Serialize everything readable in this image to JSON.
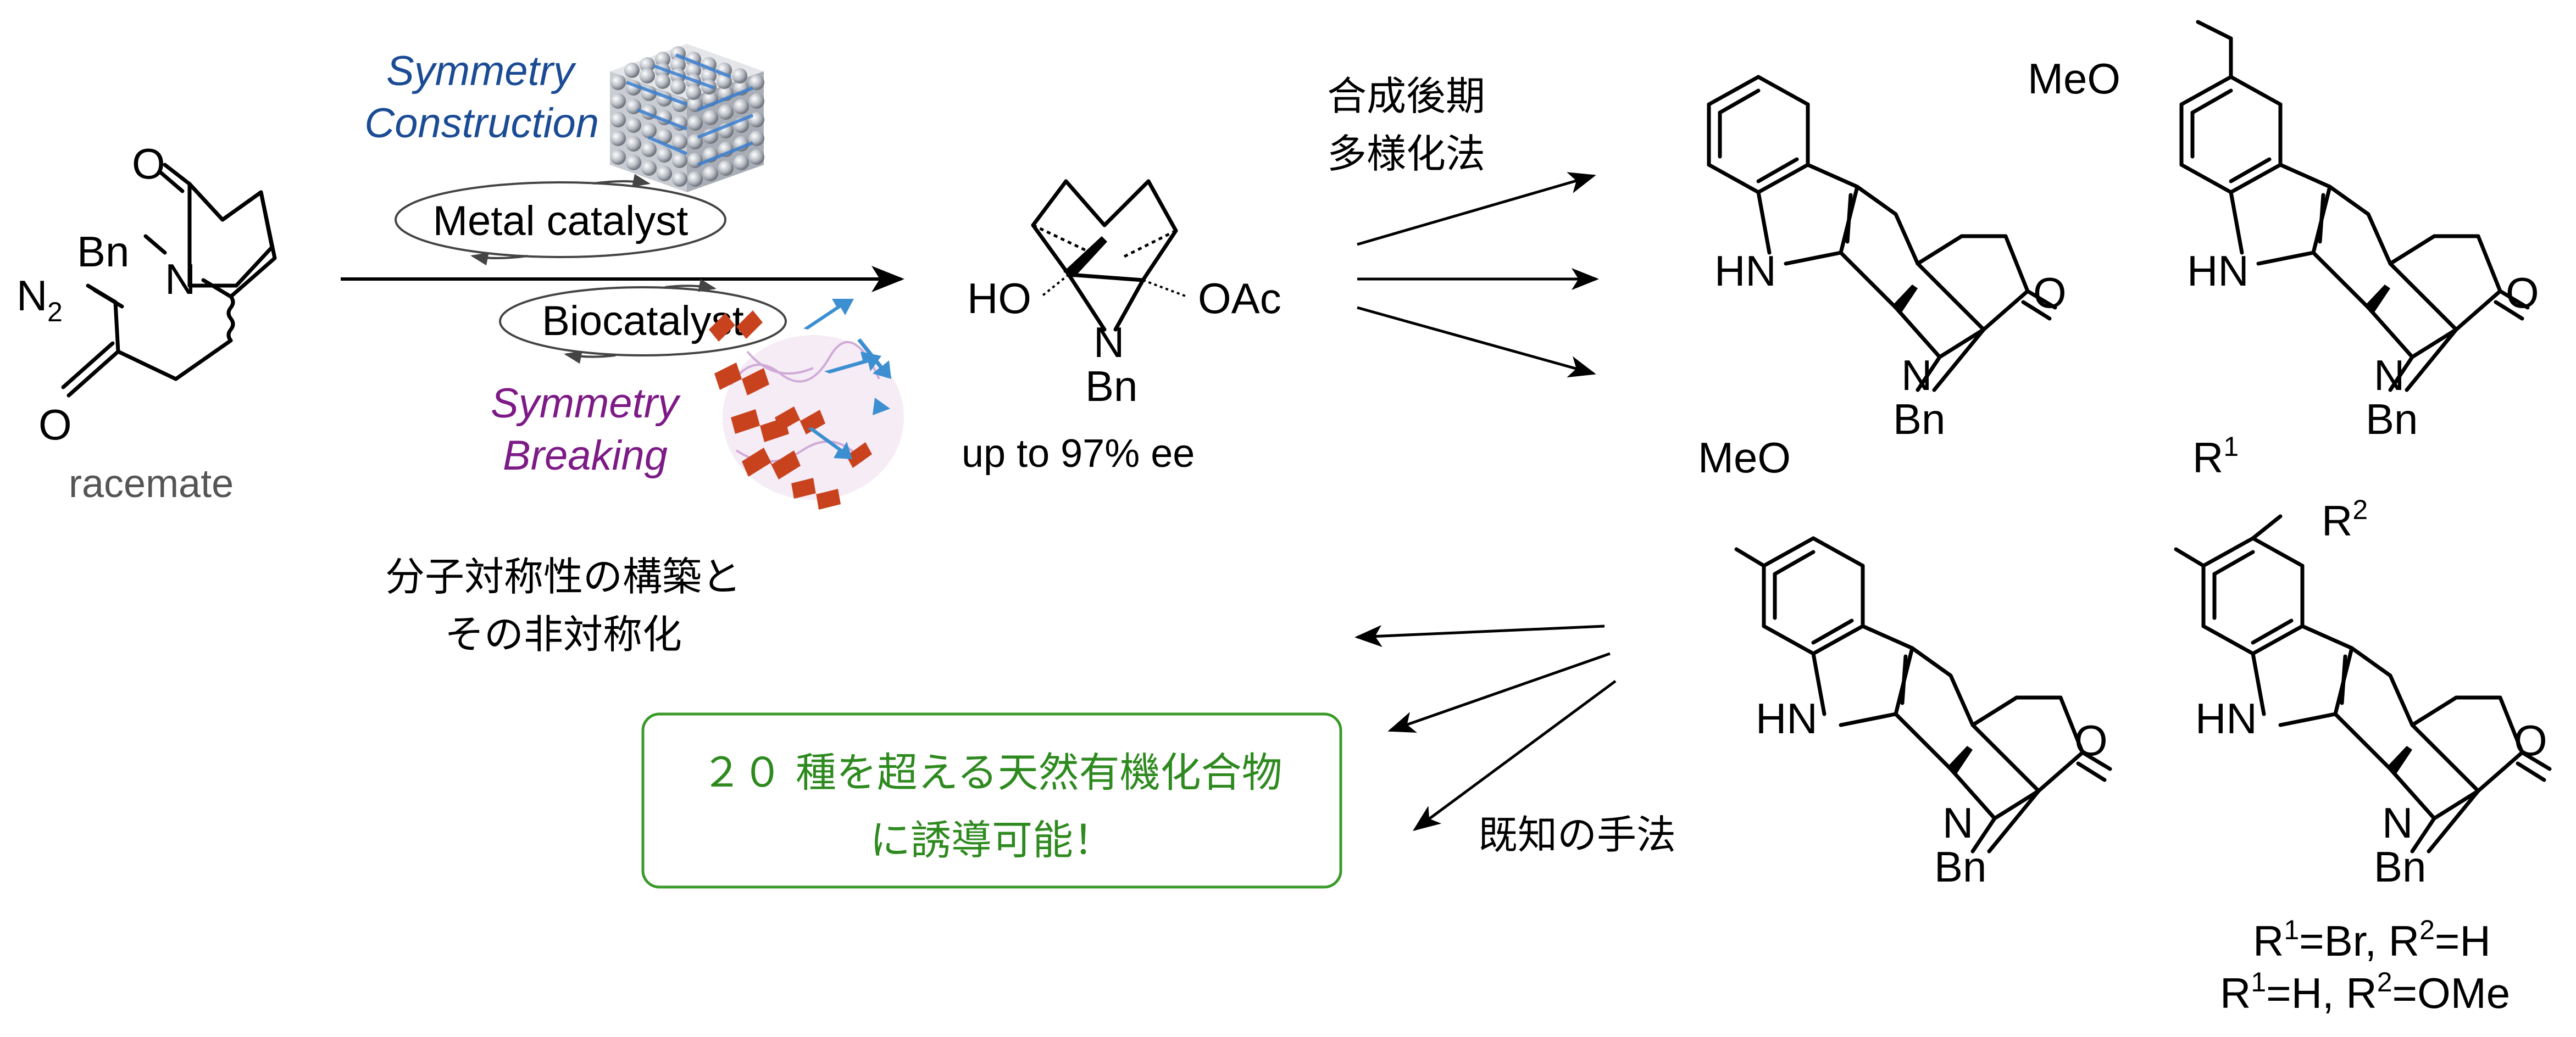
{
  "reaction": {
    "symmetry_construction": [
      "Symmetry",
      "Construction"
    ],
    "metal_catalyst": "Metal catalyst",
    "biocatalyst": "Biocatalyst",
    "symmetry_breaking": [
      "Symmetry",
      "Breaking"
    ],
    "jp_caption": [
      "分子対称性の構築と",
      "その非対称化"
    ],
    "late_stage": [
      "合成後期",
      "多様化法"
    ],
    "known_methods": "既知の手法",
    "green_box": [
      "２０ 種を超える天然有機化合物",
      "に誘導可能！"
    ]
  },
  "substrate": {
    "label": "racemate",
    "atoms": {
      "n2": "N",
      "n2_sub": "2",
      "bn": "Bn",
      "n": "N",
      "o1": "O",
      "o2": "O"
    }
  },
  "product": {
    "ee": "up to 97% ee",
    "atoms": {
      "ho": "HO",
      "oac": "OAc",
      "n": "N",
      "bn": "Bn"
    }
  },
  "targets": {
    "atoms": {
      "hn": "HN",
      "o": "O",
      "n": "N",
      "bn": "Bn",
      "meo": "MeO",
      "r": "R",
      "r1_sup": "1",
      "r2_sup": "2"
    },
    "substituents": [
      {
        "r1": "R",
        "r1_sup": "1",
        "r1_val": "=Br, ",
        "r2": "R",
        "r2_sup": "2",
        "r2_val": "=H"
      },
      {
        "r1": "R",
        "r1_sup": "1",
        "r1_val": "=H, ",
        "r2": "R",
        "r2_sup": "2",
        "r2_val": "=OMe"
      }
    ]
  },
  "colors": {
    "construction_text": "#1a4b94",
    "breaking_text": "#7d1a86",
    "green_text": "#2e8a1f",
    "green_border": "#3a9a2a",
    "caption_gray": "#555555"
  }
}
